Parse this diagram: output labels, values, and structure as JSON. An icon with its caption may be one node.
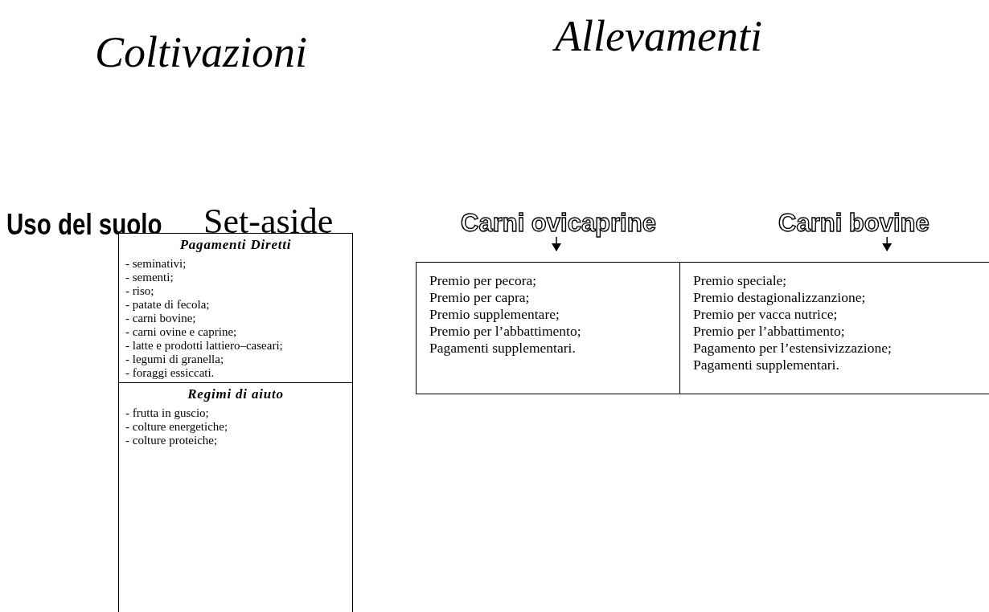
{
  "diagram": {
    "nodes": [
      {
        "text": [
          "Carni ovicaprine"
        ]
      },
      {
        "text": [
          "Carni bovine"
        ]
      },
      {
        "text": [
          "Pagamenti Diretti",
          "- seminativi;",
          "- sementi;",
          "- riso;",
          "- patate di fecola;",
          "- carni bovine;",
          "- carni ovine e caprine;",
          "- latte e prodotti lattiero–caseari;",
          "- legumi di granella;",
          "- foraggi essiccati."
        ]
      },
      {
        "text": [
          "Premio per pecora;",
          "Premio per capra;",
          "Premio supplementare;",
          "Premio per l’abbattimento;",
          "Pagamenti supplementari."
        ]
      },
      {
        "text": [
          "Premio speciale;",
          "Premio destagionalizzanzione;",
          "Premio per vacca nutrice;",
          "Premio per l’abbattimento;",
          "Pagamento per l’estensivizzazione;",
          "Pagamenti supplementari."
        ]
      },
      {
        "text": [
          "Regimi di aiuto",
          "- frutta in guscio;",
          "- colture energetiche;",
          "- colture proteiche;"
        ]
      }
    ],
    "edges": [
      {
        "from": 0,
        "to": 3,
        "arrow": "to"
      },
      {
        "from": 1,
        "to": 4,
        "arrow": "to"
      }
    ],
    "labels": [
      "Coltivazioni",
      "Allevamenti",
      "Uso del suolo",
      "Set-aside"
    ]
  }
}
